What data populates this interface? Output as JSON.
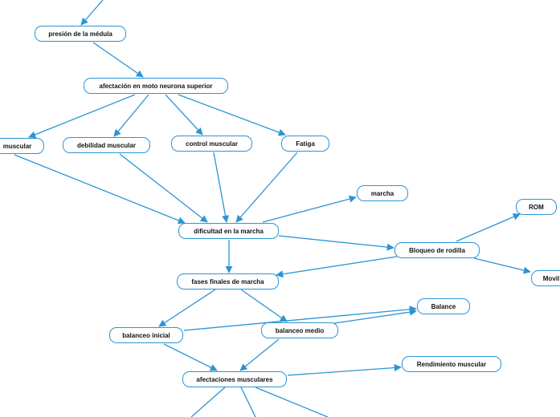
{
  "diagram": {
    "colors": {
      "edge": "#2b95d6",
      "node_border": "#2b95d6",
      "text": "#111111"
    },
    "nodes": [
      {
        "id": "n1",
        "label": "presión de la médula"
      },
      {
        "id": "n2",
        "label": "afectación en moto neurona superior"
      },
      {
        "id": "n3",
        "label": "muscular"
      },
      {
        "id": "n4",
        "label": "debilidad muscular"
      },
      {
        "id": "n5",
        "label": "control muscular"
      },
      {
        "id": "n6",
        "label": "Fatiga"
      },
      {
        "id": "n7",
        "label": "marcha"
      },
      {
        "id": "n8",
        "label": "dificultad en la marcha"
      },
      {
        "id": "n9",
        "label": "ROM"
      },
      {
        "id": "n10",
        "label": "Bloqueo de rodilla"
      },
      {
        "id": "n11",
        "label": "Movil"
      },
      {
        "id": "n12",
        "label": "fases finales de marcha"
      },
      {
        "id": "n13",
        "label": "Balance"
      },
      {
        "id": "n14",
        "label": "balanceo medio"
      },
      {
        "id": "n15",
        "label": "balanceo inicial"
      },
      {
        "id": "n16",
        "label": "Rendimiento muscular"
      },
      {
        "id": "n17",
        "label": "afectaciones musculares"
      }
    ],
    "edges": [
      {
        "from": "offscreen-top",
        "to": "n1"
      },
      {
        "from": "n1",
        "to": "n2"
      },
      {
        "from": "n2",
        "to": "n3"
      },
      {
        "from": "n2",
        "to": "n4"
      },
      {
        "from": "n2",
        "to": "n5"
      },
      {
        "from": "n2",
        "to": "n6"
      },
      {
        "from": "n3",
        "to": "n8"
      },
      {
        "from": "n4",
        "to": "n8"
      },
      {
        "from": "n5",
        "to": "n8"
      },
      {
        "from": "n6",
        "to": "n8"
      },
      {
        "from": "n8",
        "to": "n7"
      },
      {
        "from": "n8",
        "to": "n10"
      },
      {
        "from": "n8",
        "to": "n12"
      },
      {
        "from": "n10",
        "to": "n9"
      },
      {
        "from": "n10",
        "to": "n11"
      },
      {
        "from": "n10",
        "to": "n12"
      },
      {
        "from": "n12",
        "to": "n15"
      },
      {
        "from": "n12",
        "to": "n14"
      },
      {
        "from": "n15",
        "to": "n13"
      },
      {
        "from": "n14",
        "to": "n13"
      },
      {
        "from": "n15",
        "to": "n17"
      },
      {
        "from": "n14",
        "to": "n17"
      },
      {
        "from": "n17",
        "to": "n16"
      },
      {
        "from": "n17",
        "to": "offscreen-bottom-1"
      },
      {
        "from": "n17",
        "to": "offscreen-bottom-2"
      },
      {
        "from": "n17",
        "to": "offscreen-bottom-3"
      }
    ]
  }
}
